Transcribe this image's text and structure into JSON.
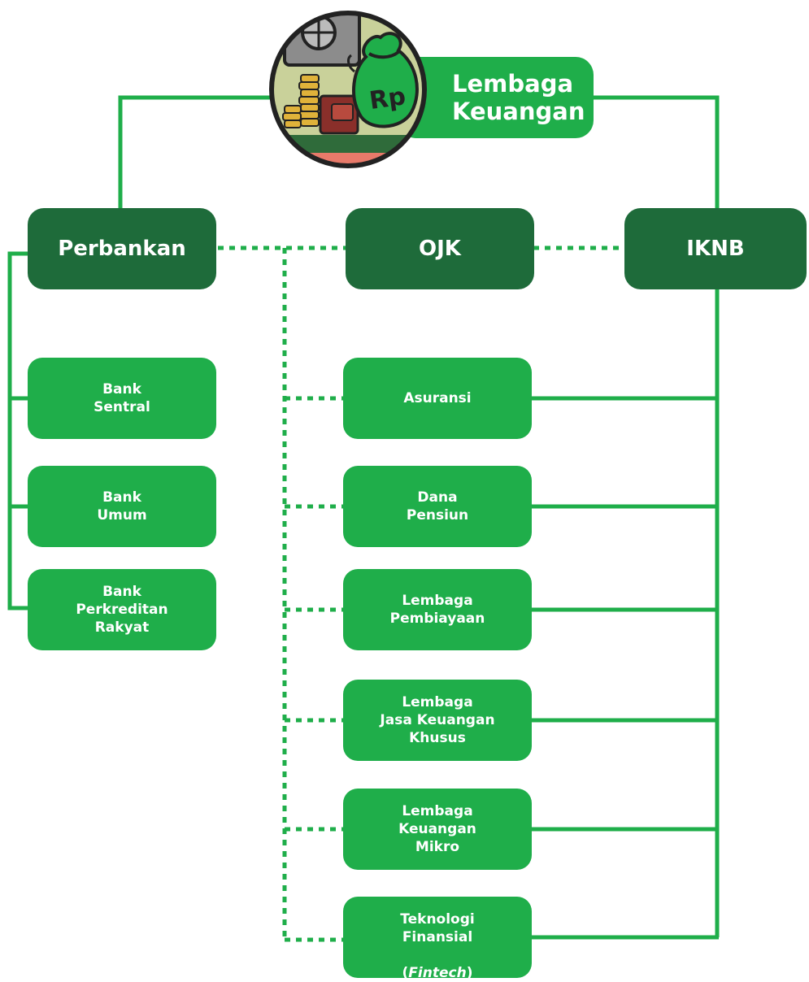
{
  "title": {
    "line1": "Lembaga",
    "line2": "Keuangan"
  },
  "emblem": {
    "icon": "money-bag-vault-icon",
    "currency_label": "Rp"
  },
  "top_nodes": {
    "perbankan": "Perbankan",
    "ojk": "OJK",
    "iknb": "IKNB"
  },
  "bank_items": [
    {
      "label": "Bank\nSentral"
    },
    {
      "label": "Bank\nUmum"
    },
    {
      "label": "Bank\nPerkreditan\nRakyat"
    }
  ],
  "iknb_items": [
    {
      "label": "Asuransi"
    },
    {
      "label": "Dana\nPensiun"
    },
    {
      "label": "Lembaga\nPembiayaan"
    },
    {
      "label": "Lembaga\nJasa Keuangan\nKhusus"
    },
    {
      "label": "Lembaga\nKeuangan\nMikro"
    },
    {
      "label_main": "Teknologi\nFinansial",
      "label_paren_open": "(",
      "label_italic": "Fintech",
      "label_paren_close": ")"
    }
  ],
  "colors": {
    "dark_green": "#1e6b3a",
    "light_green": "#1fae4a",
    "line_green": "#1fae4a"
  }
}
